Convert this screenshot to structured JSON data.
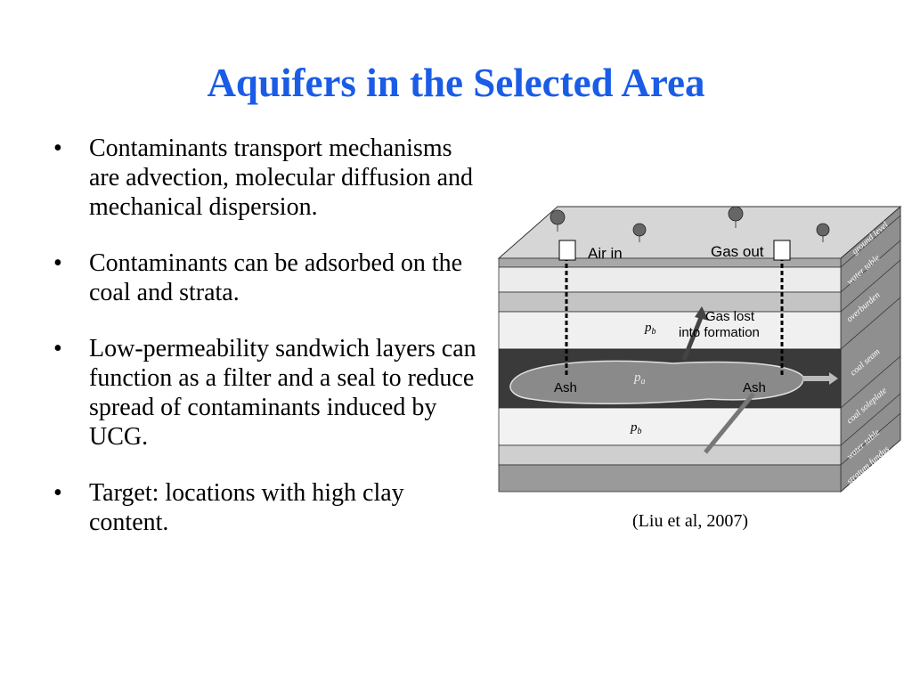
{
  "slide": {
    "title": "Aquifers in the Selected Area",
    "bullets": [
      "Contaminants transport mechanisms are advection, molecular diffusion and mechanical dispersion.",
      "Contaminants can be adsorbed on the coal and strata.",
      "Low-permeability sandwich layers can function as a filter and a seal to reduce spread of contaminants induced by UCG.",
      "Target: locations with high clay content."
    ],
    "bullet_glyph": "•",
    "caption": "(Liu et al, 2007)"
  },
  "diagram": {
    "labels": {
      "air_in": "Air in",
      "gas_out": "Gas out",
      "gas_lost_1": "Gas lost",
      "gas_lost_2": "into formation",
      "ash_left": "Ash",
      "ash_right": "Ash",
      "p": "p",
      "p_sub_b": "b",
      "p_sub_a": "a"
    },
    "layer_labels": {
      "ground_level": "ground level",
      "water_table_top": "water table",
      "overburden": "overburden",
      "coal_seam": "coal seam",
      "coal_soleplate": "coal soleplate",
      "water_table_bottom": "water table",
      "stratum_fundus": "stratum fundus"
    },
    "colors": {
      "title": "#1a5ce6",
      "coal_seam": "#3a3a3a",
      "light_layer": "#e8e8e8",
      "mid_layer": "#bdbdbd"
    }
  }
}
